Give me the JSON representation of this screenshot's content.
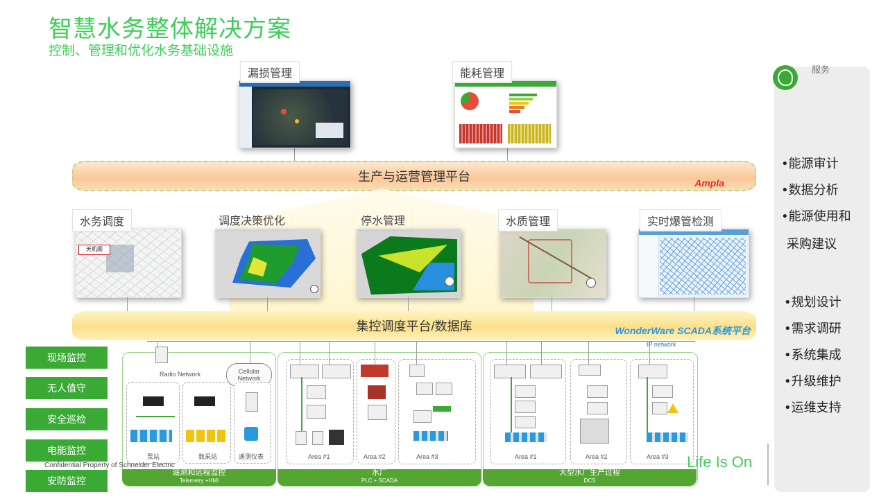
{
  "header": {
    "title": "智慧水务整体解决方案",
    "subtitle": "控制、管理和优化水务基础设施"
  },
  "top_apps": [
    {
      "label": "漏损管理"
    },
    {
      "label": "能耗管理"
    }
  ],
  "platform_top": {
    "label": "生产与运营管理平台",
    "brand": "Ampla"
  },
  "mid_apps": [
    {
      "label": "水务调度"
    },
    {
      "label": "调度决策优化"
    },
    {
      "label": "停水管理"
    },
    {
      "label": "水质管理"
    },
    {
      "label": "实时爆管检测"
    }
  ],
  "map_tag": "天机阁",
  "platform_mid": {
    "label": "集控调度平台/数据库",
    "brand": "WonderWare SCADA系统平台"
  },
  "left_buttons": [
    "现场监控",
    "无人值守",
    "安全巡检",
    "电能监控",
    "安防监控"
  ],
  "network": {
    "ip": "IP network",
    "radio": "Radio Network",
    "cellular": "Cellular Network"
  },
  "telemetry": {
    "stations": [
      "泵站",
      "数采站",
      "遥测仪表"
    ],
    "footer_main": "遥测和远程监控",
    "footer_sub": "Telemetry +HMI"
  },
  "water_plant": {
    "areas": [
      "Area #1",
      "Area #2",
      "Area #3"
    ],
    "footer_main": "水厂",
    "footer_sub": "PLC + SCADA"
  },
  "large_plant": {
    "areas": [
      "Area #1",
      "Area #2",
      "Area #3"
    ],
    "footer_main": "大型水厂生产过程",
    "footer_sub": "DCS"
  },
  "confidential": "Confidential Property of Schneider Electric",
  "logo_text": "Life Is On",
  "services": {
    "title": "服务",
    "group1": [
      "•能源审计",
      "•数据分析",
      "•能源使用和",
      "采购建议"
    ],
    "group2": [
      "•规划设计",
      "•需求调研",
      "•系统集成",
      "•升级维护",
      "•运维支持"
    ]
  },
  "colors": {
    "brand_green": "#3dcd58",
    "button_green": "#3aaa35",
    "ampla_red": "#e0312a",
    "wonderware_blue": "#2a9ae0"
  }
}
